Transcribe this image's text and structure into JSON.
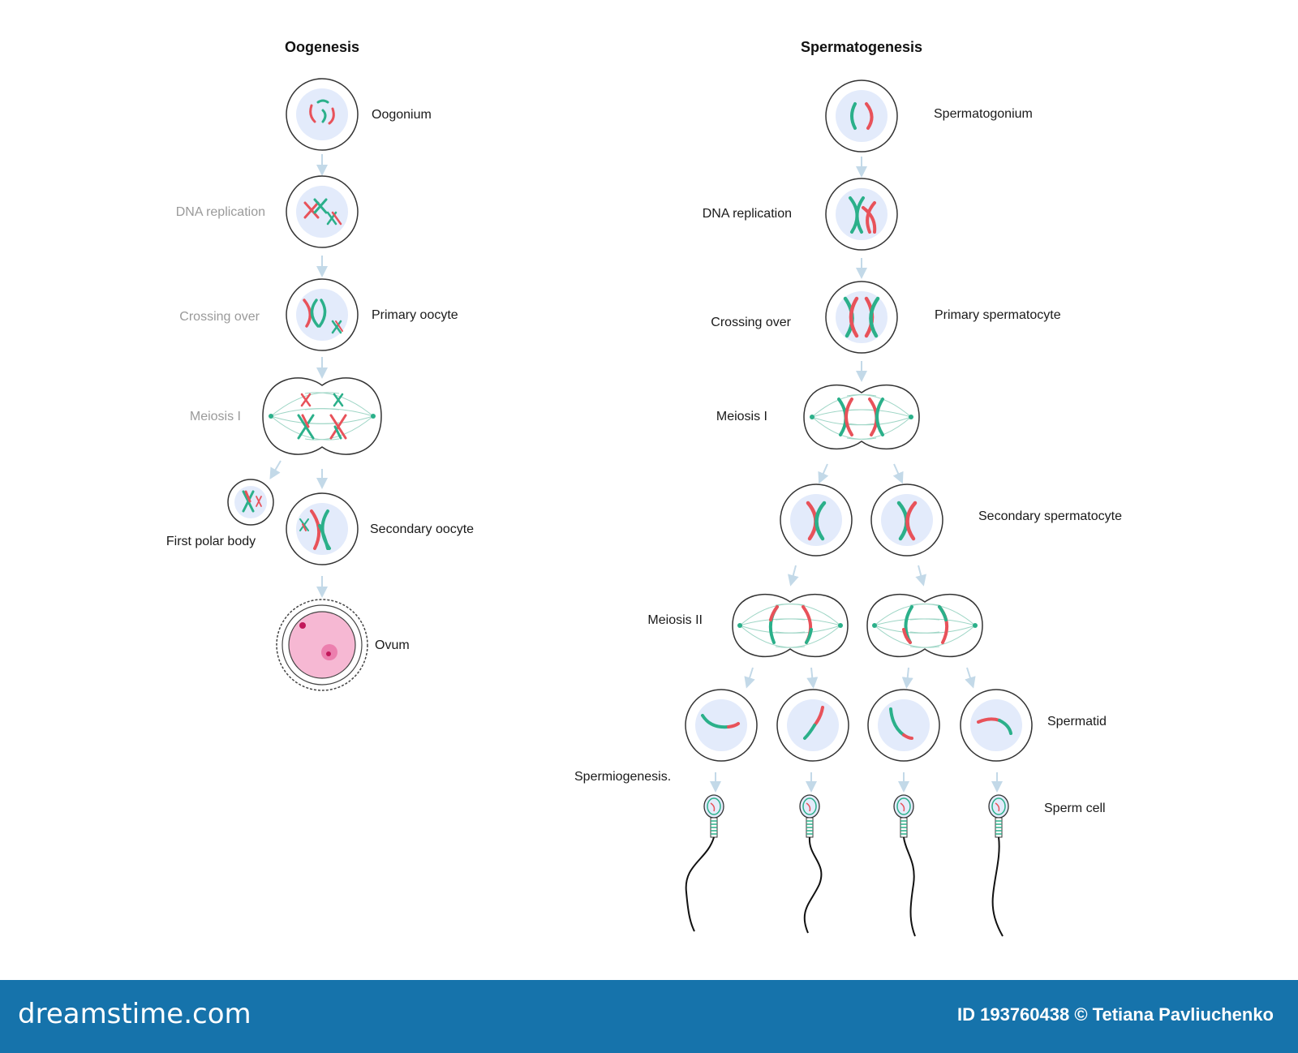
{
  "oogenesis": {
    "title": "Oogenesis",
    "labels": {
      "oogonium": "Oogonium",
      "dna_replication": "DNA replication",
      "crossing_over": "Crossing over",
      "primary_oocyte": "Primary oocyte",
      "meiosis_1": "Meiosis I",
      "first_polar_body": "First polar body",
      "secondary_oocyte": "Secondary oocyte",
      "ovum": "Ovum"
    }
  },
  "spermatogenesis": {
    "title": "Spermatogenesis",
    "labels": {
      "spermatogonium": "Spermatogonium",
      "dna_replication": "DNA replication",
      "crossing_over": "Crossing over",
      "primary_spermatocyte": "Primary spermatocyte",
      "meiosis_1": "Meiosis I",
      "secondary_spermatocyte": "Secondary spermatocyte",
      "meiosis_2": "Meiosis II",
      "spermatid": "Spermatid",
      "spermiogenesis": "Spermiogenesis.",
      "sperm_cell": "Sperm cell"
    }
  },
  "footer": {
    "brand": "dreamstime.com",
    "credit": "ID 193760438 © Tetiana Pavliuchenko"
  },
  "colors": {
    "red": "#e8525a",
    "green": "#2bb08a",
    "nucleus": "#e3ebfb",
    "ovum_pink": "#f6b8d3",
    "footer_blue": "#1673ab"
  }
}
